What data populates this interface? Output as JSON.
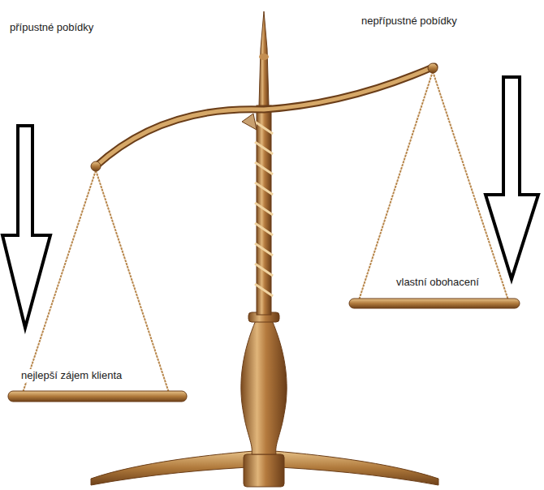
{
  "diagram": {
    "labels": [
      "přípustné pobídky",
      "nepřípustné pobídky",
      "vlastní obohacení",
      "nejlepší zájem klienta"
    ]
  }
}
